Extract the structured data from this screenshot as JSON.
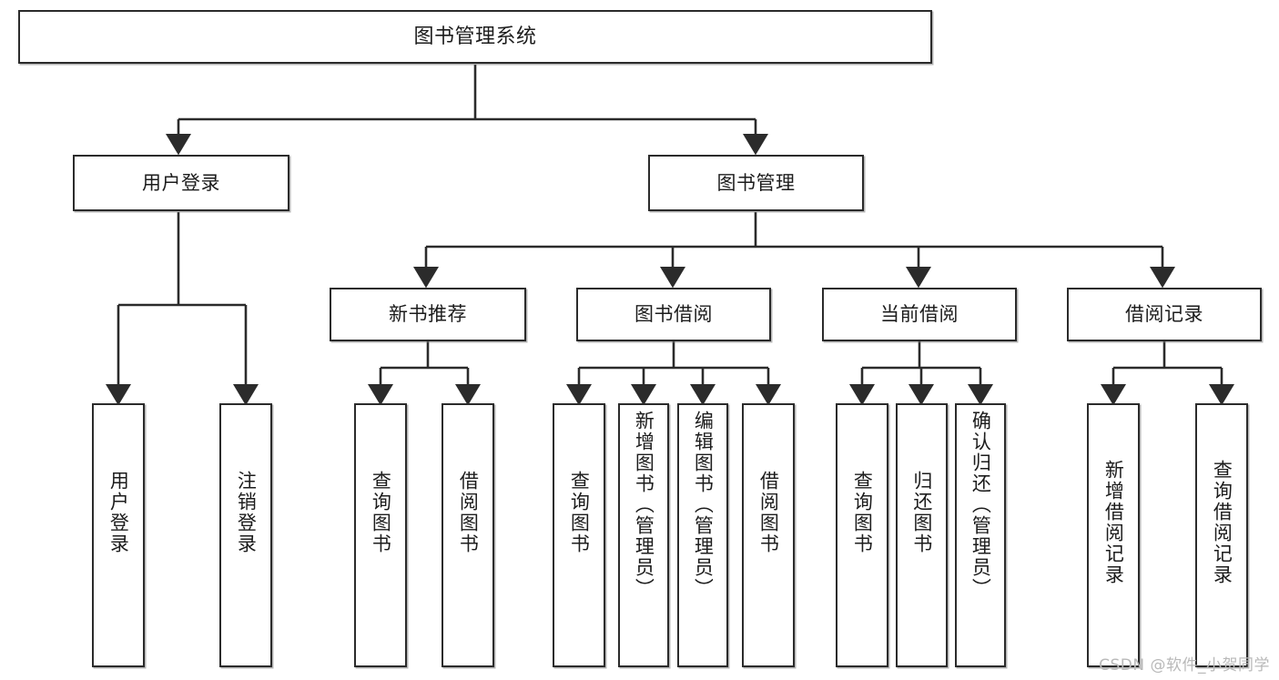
{
  "diagram": {
    "title": "图书管理系统",
    "type": "tree-hierarchy",
    "root": {
      "id": "root",
      "label": "图书管理系统"
    },
    "level2": [
      {
        "id": "user-login",
        "label": "用户登录"
      },
      {
        "id": "book-manage",
        "label": "图书管理"
      }
    ],
    "level3": [
      {
        "id": "new-book-recommend",
        "label": "新书推荐",
        "parent": "book-manage"
      },
      {
        "id": "book-borrow",
        "label": "图书借阅",
        "parent": "book-manage"
      },
      {
        "id": "current-borrow",
        "label": "当前借阅",
        "parent": "book-manage"
      },
      {
        "id": "borrow-record",
        "label": "借阅记录",
        "parent": "book-manage"
      }
    ],
    "leaves": [
      {
        "id": "leaf-user-login",
        "label": "用户登录",
        "parent": "user-login"
      },
      {
        "id": "leaf-user-logout",
        "label": "注销登录",
        "parent": "user-login"
      },
      {
        "id": "leaf-query-book-1",
        "label": "查询图书",
        "parent": "new-book-recommend"
      },
      {
        "id": "leaf-borrow-book-1",
        "label": "借阅图书",
        "parent": "new-book-recommend"
      },
      {
        "id": "leaf-query-book-2",
        "label": "查询图书",
        "parent": "book-borrow"
      },
      {
        "id": "leaf-add-book",
        "label": "新增图书（管理员）",
        "parent": "book-borrow"
      },
      {
        "id": "leaf-edit-book",
        "label": "编辑图书（管理员）",
        "parent": "book-borrow"
      },
      {
        "id": "leaf-borrow-book-2",
        "label": "借阅图书",
        "parent": "book-borrow"
      },
      {
        "id": "leaf-query-book-3",
        "label": "查询图书",
        "parent": "current-borrow"
      },
      {
        "id": "leaf-return-book",
        "label": "归还图书",
        "parent": "current-borrow"
      },
      {
        "id": "leaf-confirm-return",
        "label": "确认归还（管理员）",
        "parent": "current-borrow"
      },
      {
        "id": "leaf-add-record",
        "label": "新增借阅记录",
        "parent": "borrow-record"
      },
      {
        "id": "leaf-query-record",
        "label": "查询借阅记录",
        "parent": "borrow-record"
      }
    ],
    "colors": {
      "stroke": "#2b2b2b",
      "fill": "#ffffff",
      "text": "#1c1c1c",
      "watermark": "#b9b9b9"
    }
  },
  "watermark": {
    "text": "CSDN @软件_小贺同学"
  }
}
